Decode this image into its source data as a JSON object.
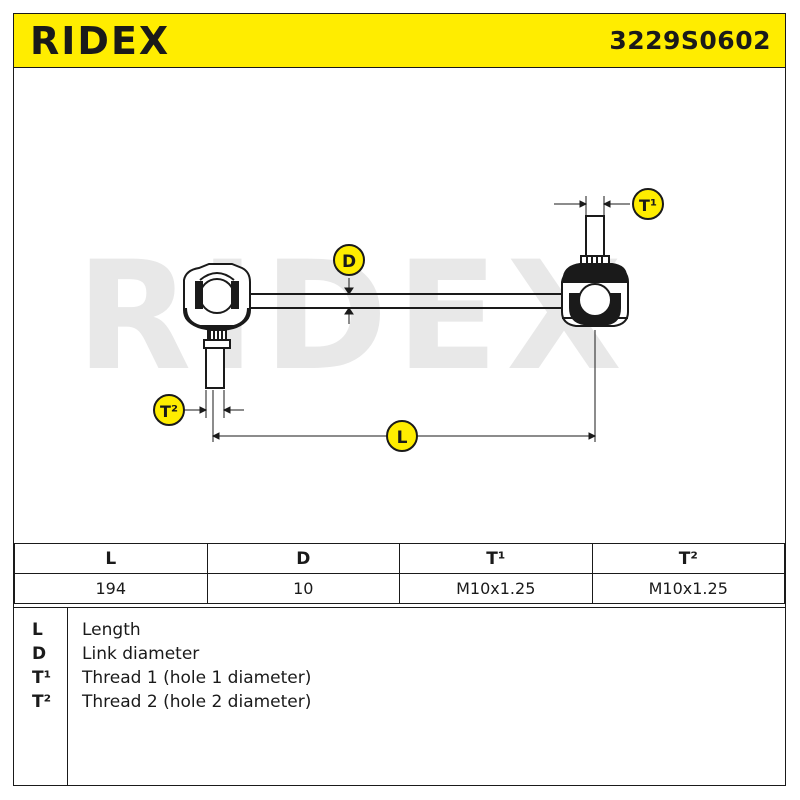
{
  "brand": "RIDEX",
  "watermark": "RIDEX",
  "part_number": "3229S0602",
  "colors": {
    "header_bg": "#ffed00",
    "line": "#1a1a1a",
    "watermark": "#e8e8e8",
    "badge_fill": "#ffed00"
  },
  "labels": {
    "D": "D",
    "L": "L",
    "T1": "T¹",
    "T2": "T²"
  },
  "table": {
    "headers": [
      "L",
      "D",
      "T¹",
      "T²"
    ],
    "values": [
      "194",
      "10",
      "M10x1.25",
      "M10x1.25"
    ]
  },
  "legend": [
    {
      "key": "L",
      "desc": "Length"
    },
    {
      "key": "D",
      "desc": "Link diameter"
    },
    {
      "key": "T¹",
      "desc": "Thread 1 (hole 1 diameter)"
    },
    {
      "key": "T²",
      "desc": "Thread 2 (hole 2 diameter)"
    }
  ]
}
